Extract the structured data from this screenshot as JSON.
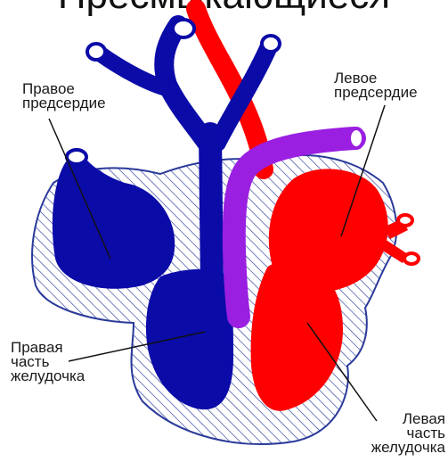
{
  "title": "Пресмыкающиеся",
  "labels": {
    "right_atrium": [
      "Правое",
      "предсердие"
    ],
    "left_atrium": [
      "Левое",
      "предсердие"
    ],
    "right_ventricle": [
      "Правая",
      "часть",
      "желудочка"
    ],
    "left_ventricle": [
      "Левая",
      "часть",
      "желудочка"
    ]
  },
  "colors": {
    "venous": "#0b0ba8",
    "arterial": "#ff0000",
    "mixed": "#9a1fe0",
    "hatch": "#2a3a9a",
    "text": "#1a1a1a"
  }
}
